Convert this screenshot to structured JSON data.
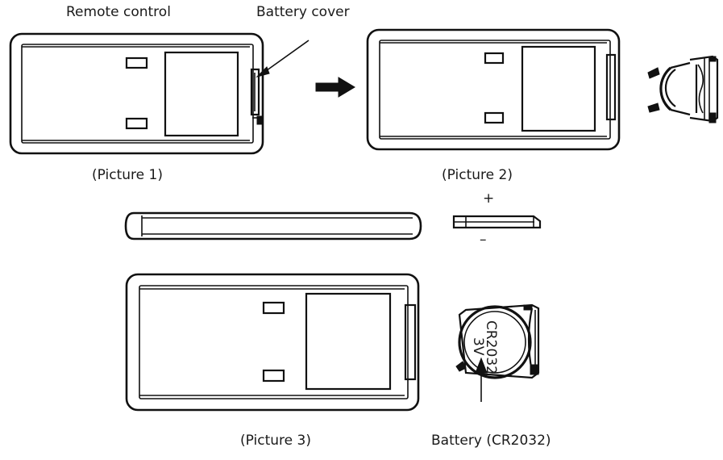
{
  "labels": {
    "remote_control": "Remote control",
    "battery_cover": "Battery cover",
    "picture_1": "(Picture 1)",
    "picture_2": "(Picture 2)",
    "picture_3": "(Picture 3)",
    "battery": "Battery (CR2032)",
    "plus": "+",
    "minus": "–",
    "coin_marking_1": "CR2032",
    "coin_marking_2": "3V"
  },
  "colors": {
    "line": "#111111",
    "background": "#ffffff",
    "text": "#1a1a1a"
  },
  "icons": {
    "direction_arrow": "right-arrow-icon",
    "insertion_arrow": "up-arrow-icon"
  }
}
